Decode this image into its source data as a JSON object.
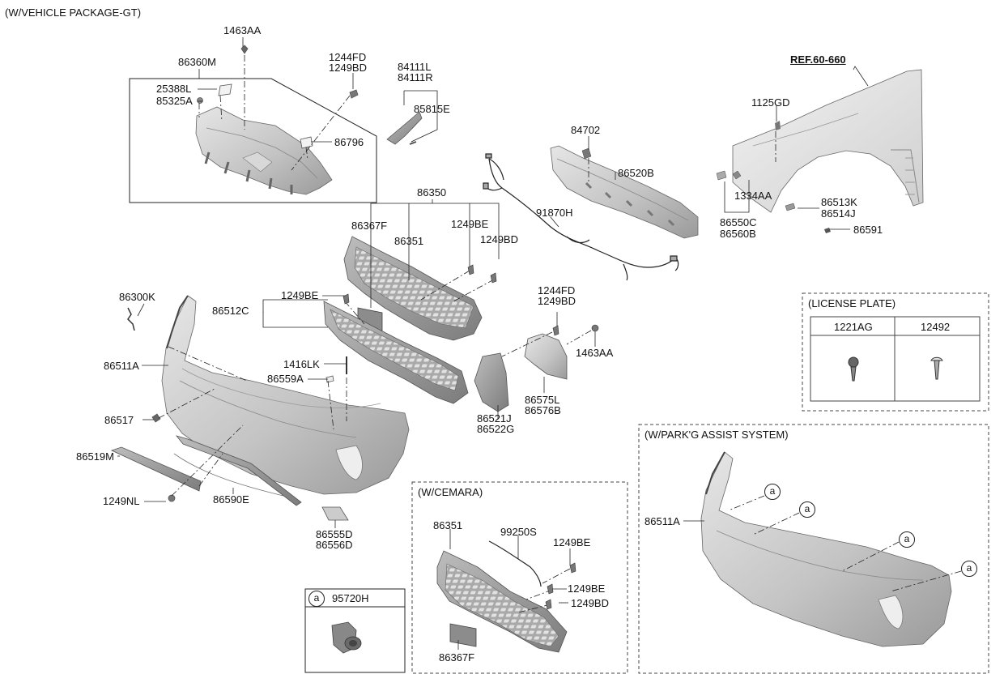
{
  "sections": {
    "main_title": "(W/VEHICLE PACKAGE-GT)",
    "camera_title": "(W/CEMARA)",
    "park_title": "(W/PARK'G ASSIST SYSTEM)",
    "license_title": "(LICENSE PLATE)",
    "ref": "REF.60-660"
  },
  "license_table": {
    "col1": "1221AG",
    "col2": "12492"
  },
  "sensor_box": {
    "marker": "a",
    "part": "95720H"
  },
  "marker": "a",
  "labels": {
    "p1463AA_top": "1463AA",
    "p86360M": "86360M",
    "p25388L": "25388L",
    "p85325A": "85325A",
    "p86796": "86796",
    "p1244FD_top": "1244FD",
    "p1249BD_top": "1249BD",
    "p84111L": "84111L",
    "p84111R": "84111R",
    "p85815E": "85815E",
    "p84702": "84702",
    "p86520B": "86520B",
    "p1125GD": "1125GD",
    "p1334AA": "1334AA",
    "p86550C": "86550C",
    "p86560B": "86560B",
    "p86513K": "86513K",
    "p86514J": "86514J",
    "p86591": "86591",
    "p86350": "86350",
    "p86367F": "86367F",
    "p86351": "86351",
    "p1249BE_a": "1249BE",
    "p1249BD_a": "1249BD",
    "p91870H": "91870H",
    "p86300K": "86300K",
    "p86512C": "86512C",
    "p1249BE_b": "1249BE",
    "p86511A": "86511A",
    "p1416LK": "1416LK",
    "p86559A": "86559A",
    "p1244FD_mid": "1244FD",
    "p1249BD_mid": "1249BD",
    "p1463AA_mid": "1463AA",
    "p86521J": "86521J",
    "p86522G": "86522G",
    "p86575L": "86575L",
    "p86576B": "86576B",
    "p86517": "86517",
    "p86519M": "86519M",
    "p1249NL": "1249NL",
    "p86590E": "86590E",
    "p86555D": "86555D",
    "p86556D": "86556D",
    "c86351": "86351",
    "c99250S": "99250S",
    "c1249BE_a": "1249BE",
    "c1249BE_b": "1249BE",
    "c1249BD": "1249BD",
    "c86367F": "86367F",
    "pk86511A": "86511A"
  }
}
